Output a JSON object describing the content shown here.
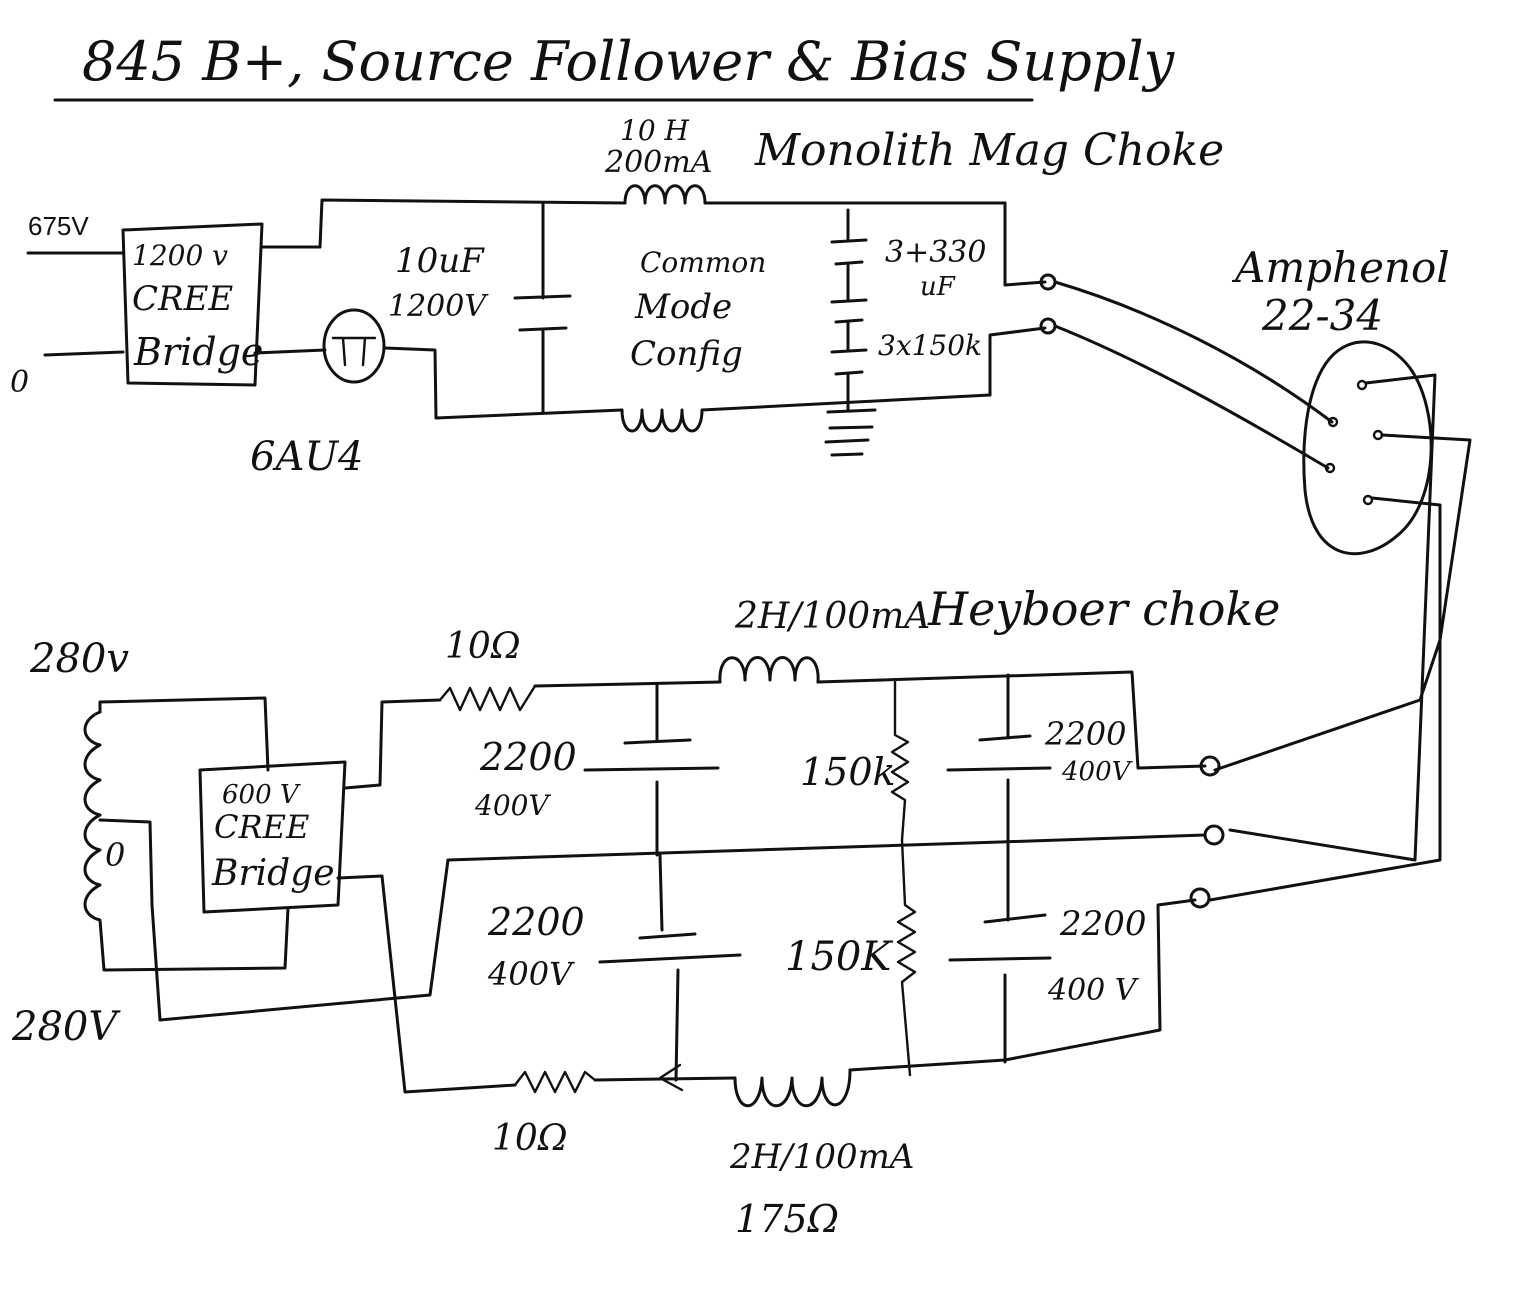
{
  "title": "845 B+, Source Follower & Bias Supply",
  "hv_supply": {
    "input_hot": "675V",
    "input_zero": "0",
    "bridge_line1": "1200 v",
    "bridge_line2": "CREE",
    "bridge_line3": "Bridge",
    "tube": "6AU4",
    "cap_value": "10uF",
    "cap_voltage": "1200V",
    "choke_value": "10 H",
    "choke_current": "200mA",
    "choke_desc": "Monolith Mag Choke",
    "choke_config_1": "Common",
    "choke_config_2": "Mode",
    "choke_config_3": "Config",
    "cap_bank": "3+330",
    "cap_bank_unit": "uF",
    "bleeder": "3x150k"
  },
  "connector": {
    "name": "Amphenol",
    "model": "22-34"
  },
  "bias_supply": {
    "tx_top": "280v",
    "tx_center": "0",
    "tx_bottom": "280V",
    "bridge_line1": "600 V",
    "bridge_line2": "CREE",
    "bridge_line3": "Bridge",
    "r_top": "10Ω",
    "choke_top": "2H/100mA",
    "choke_top_desc": "Heyboer choke",
    "cap_tl_value": "2200",
    "cap_tl_voltage": "400V",
    "res_top": "150k",
    "cap_tr_value": "2200",
    "cap_tr_voltage": "400V",
    "cap_bl_value": "2200",
    "cap_bl_voltage": "400V",
    "res_bottom": "150K",
    "cap_br_value": "2200",
    "cap_br_voltage": "400 V",
    "r_bottom": "10Ω",
    "choke_bottom": "2H/100mA",
    "choke_bottom_dcr": "175Ω"
  }
}
